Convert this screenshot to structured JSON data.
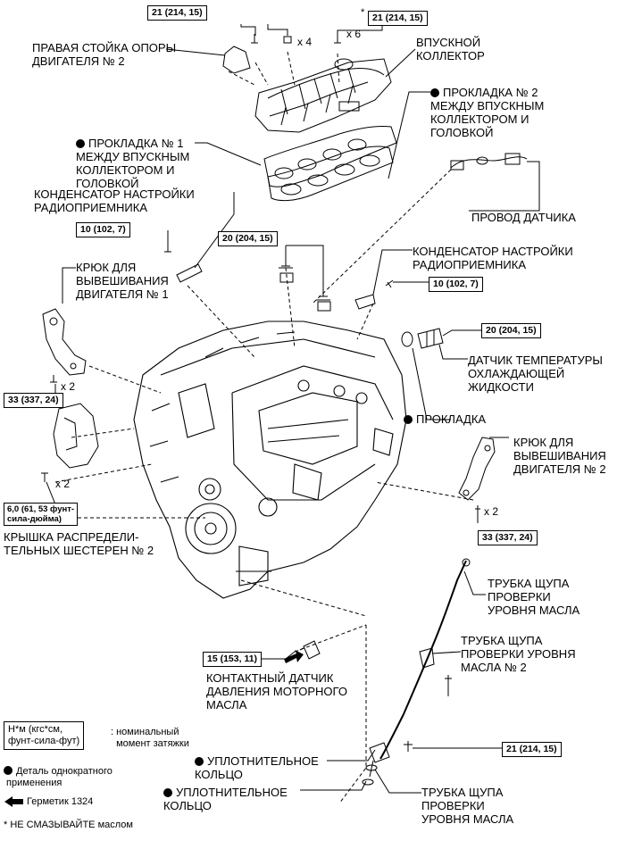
{
  "labels": {
    "right_mount_bracket": "ПРАВАЯ СТОЙКА ОПОРЫ\nДВИГАТЕЛЯ № 2",
    "intake_manifold": "ВПУСКНОЙ\nКОЛЛЕКТОР",
    "gasket_2": "ПРОКЛАДКА № 2\nМЕЖДУ ВПУСКНЫМ\nКОЛЛЕКТОРОМ И\nГОЛОВКОЙ",
    "gasket_1": "ПРОКЛАДКА № 1\nМЕЖДУ ВПУСКНЫМ\nКОЛЛЕКТОРОМ И\nГОЛОВКОЙ",
    "noise_filter_1": "КОНДЕНСАТОР НАСТРОЙКИ\nРАДИОПРИЕМНИКА",
    "sensor_wire": "ПРОВОД ДАТЧИКА",
    "noise_filter_2": "КОНДЕНСАТОР НАСТРОЙКИ\nРАДИОПРИЕМНИКА",
    "hanger_1": "КРЮК ДЛЯ\nВЫВЕШИВАНИЯ\nДВИГАТЕЛЯ № 1",
    "coolant_temp_sensor": "ДАТЧИК ТЕМПЕРАТУРЫ\nОХЛАЖДАЮЩЕЙ\nЖИДКОСТИ",
    "gasket": "ПРОКЛАДКА",
    "hanger_2": "КРЮК ДЛЯ\nВЫВЕШИВАНИЯ\nДВИГАТЕЛЯ № 2",
    "timing_cover_2": "КРЫШКА РАСПРЕДЕЛИ-\nТЕЛЬНЫХ ШЕСТЕРЕН № 2",
    "dipstick_tube_upper": "ТРУБКА ЩУПА\nПРОВЕРКИ\nУРОВНЯ МАСЛА",
    "dipstick_tube_2": "ТРУБКА ЩУПА\nПРОВЕРКИ УРОВНЯ\nМАСЛА № 2",
    "oil_pressure_switch": "КОНТАКТНЫЙ ДАТЧИК\nДАВЛЕНИЯ МОТОРНОГО\nМАСЛА",
    "o_ring_1": "УПЛОТНИТЕЛЬНОЕ\nКОЛЬЦО",
    "o_ring_2": "УПЛОТНИТЕЛЬНОЕ\nКОЛЬЦО",
    "dipstick_tube_lower": "ТРУБКА ЩУПА\nПРОВЕРКИ\nУРОВНЯ МАСЛА"
  },
  "torques": {
    "t_mount": "21 (214, 15)",
    "t_manifold": "21 (214, 15)",
    "t_filter1": "10 (102, 7)",
    "t_center": "20 (204, 15)",
    "t_filter2": "10 (102, 7)",
    "t_temp": "20 (204, 15)",
    "t_hanger1": "33 (337, 24)",
    "t_timing": "6,0 (61, 53 фунт-\nсила-дюйма)",
    "t_hanger2": "33 (337, 24)",
    "t_oilpress": "15 (153, 11)",
    "t_tube": "21 (214, 15)"
  },
  "quantities": {
    "q_mount": "x 4",
    "q_manifold": "x 6",
    "q_hanger1": "x 2",
    "q_timing": "x 2",
    "q_hanger2": "x 2"
  },
  "marks": {
    "star": "*"
  },
  "legend": {
    "torque_unit": "Н*м (кгс*см,\nфунт-сила-фут)",
    "torque_desc": ": номинальный\n  момент затяжки",
    "non_reusable": "Деталь однократного\n применения",
    "sealant": "Герметик 1324",
    "note": "* НЕ СМАЗЫВАЙТЕ маслом"
  }
}
